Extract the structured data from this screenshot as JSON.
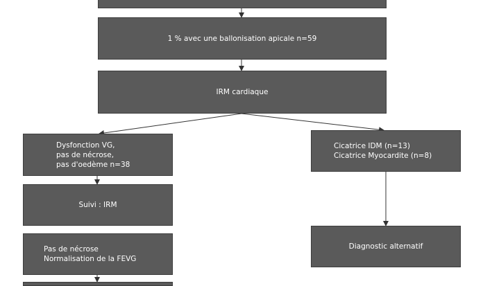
{
  "colors": {
    "box_fill": "#5a5a5a",
    "box_border": "#3d3d3d",
    "text": "#ffffff",
    "edge": "#333333"
  },
  "nodes": {
    "apical": "1 % avec une ballonisation apicale n=59",
    "irm": "IRM cardiaque",
    "dysfonction": [
      "Dysfonction VG,",
      "pas de nécrose,",
      "pas d'oedème n=38"
    ],
    "cicatrice": [
      "Cicatrice IDM (n=13)",
      "Cicatrice Myocardite (n=8)"
    ],
    "suivi": "Suivi : IRM",
    "necrose": [
      "Pas de nécrose",
      "Normalisation de la FEVG"
    ],
    "diagnostic": "Diagnostic alternatif"
  }
}
